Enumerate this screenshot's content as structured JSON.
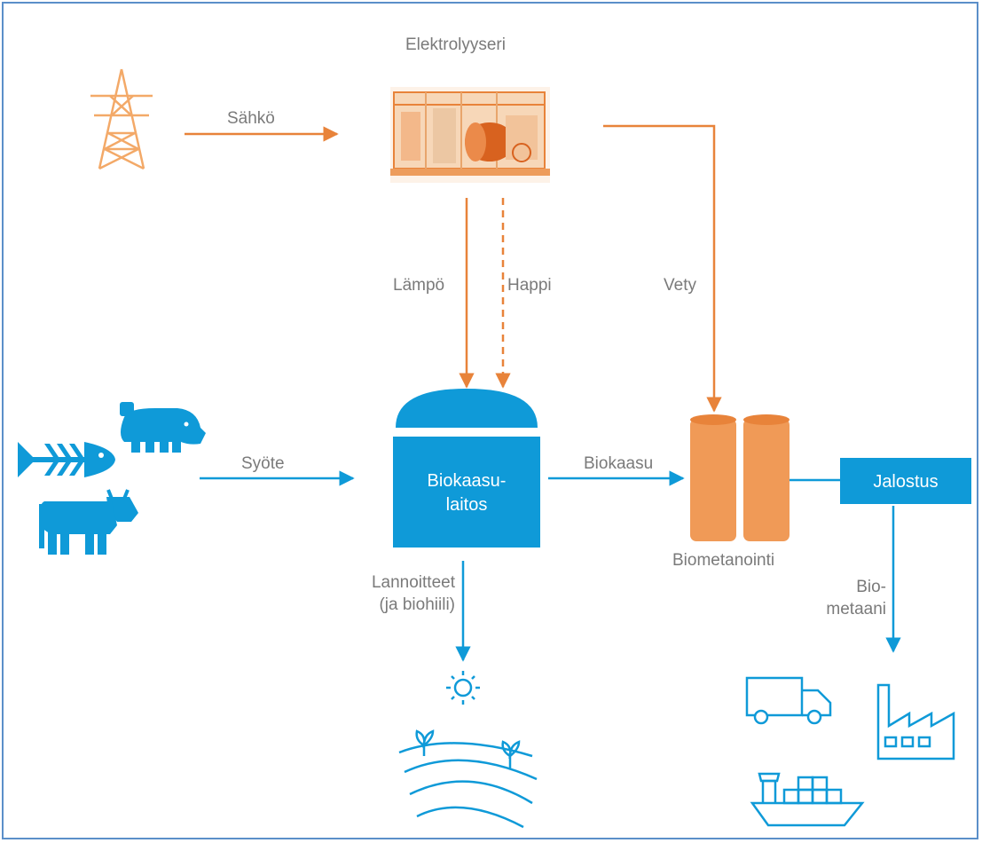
{
  "labels": {
    "electrolyzer": "Elektrolyyseri",
    "electricity": "Sähkö",
    "heat": "Lämpö",
    "oxygen": "Happi",
    "hydrogen": "Vety",
    "feed": "Syöte",
    "biogas_plant_line1": "Biokaasu-",
    "biogas_plant_line2": "laitos",
    "biogas": "Biokaasu",
    "upgrading": "Jalostus",
    "biomethanation": "Biometanointi",
    "fertilizers_line1": "Lannoitteet",
    "fertilizers_line2": "(ja biohiili)",
    "biomethane_line1": "Bio-",
    "biomethane_line2": "metaani"
  },
  "colors": {
    "blue": "#0f9ad8",
    "orange": "#e8833a",
    "light_orange": "#f3a968",
    "label_gray": "#7a7a7a",
    "frame": "#5b8fc9"
  },
  "icons": [
    "power-pylon-icon",
    "electrolyzer-icon",
    "fish-icon",
    "pig-icon",
    "cow-icon",
    "biomethanation-tanks-icon",
    "field-sun-icon",
    "truck-icon",
    "factory-icon",
    "ship-icon"
  ]
}
